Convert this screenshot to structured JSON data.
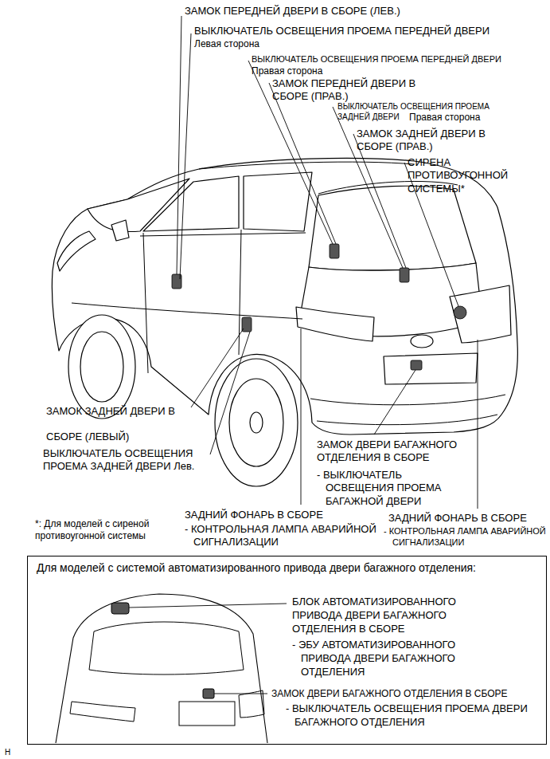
{
  "diagram": {
    "nodes": [
      {
        "text": [
          "Для моделей с системой автоматизированного привода двери багажного отделения:",
          "БЛОК АВТОМАТИЗИРОВАННОГО ПРИВОДА ДВЕРИ БАГАЖНОГО ОТДЕЛЕНИЯ В СБОРЕ",
          "- ЭБУ АВТОМАТИЗИРОВАННОГО ПРИВОДА ДВЕРИ БАГАЖНОГО ОТДЕЛЕНИЯ",
          "ЗАМОК ДВЕРИ БАГАЖНОГО ОТДЕЛЕНИЯ В СБОРЕ",
          "- ВЫКЛЮЧАТЕЛЬ ОСВЕЩЕНИЯ ПРОЕМА ДВЕРИ БАГАЖНОГО ОТДЕЛЕНИЯ"
        ]
      }
    ],
    "labels": [
      "ЗАМОК ПЕРЕДНЕЙ ДВЕРИ В СБОРЕ (ЛЕВ.)",
      "ВЫКЛЮЧАТЕЛЬ ОСВЕЩЕНИЯ ПРОЕМА ПЕРЕДНЕЙ ДВЕРИ",
      "Левая сторона",
      "ВЫКЛЮЧАТЕЛЬ ОСВЕЩЕНИЯ ПРОЕМА ПЕРЕДНЕЙ ДВЕРИ",
      "Правая сторона",
      "ЗАМОК ПЕРЕДНЕЙ ДВЕРИ В СБОРЕ (ПРАВ.)",
      "ВЫКЛЮЧАТЕЛЬ ОСВЕЩЕНИЯ ПРОЕМА ЗАДНЕЙ ДВЕРИ",
      "Правая сторона",
      "ЗАМОК ЗАДНЕЙ ДВЕРИ В СБОРЕ (ПРАВ.)",
      "СИРЕНА ПРОТИВОУГОННОЙ СИСТЕМЫ*",
      "ЗАМОК ЗАДНЕЙ ДВЕРИ В СБОРЕ (ЛЕВЫЙ)",
      "ВЫКЛЮЧАТЕЛЬ ОСВЕЩЕНИЯ ПРОЕМА ЗАДНЕЙ ДВЕРИ Лев.",
      "ЗАМОК ДВЕРИ БАГАЖНОГО ОТДЕЛЕНИЯ В СБОРЕ",
      "- ВЫКЛЮЧАТЕЛЬ ОСВЕЩЕНИЯ ПРОЕМА БАГАЖНОЙ ДВЕРИ",
      "ЗАДНИЙ ФОНАРЬ В СБОРЕ",
      "- КОНТРОЛЬНАЯ ЛАМПА АВАРИЙНОЙ СИГНАЛИЗАЦИИ",
      "ЗАДНИЙ ФОНАРЬ В СБОРЕ",
      "- КОНТРОЛЬНАЯ ЛАМПА АВАРИЙНОЙ СИГНАЛИЗАЦИИ",
      "*: Для моделей с сиреной противоугонной системы",
      "H"
    ]
  }
}
